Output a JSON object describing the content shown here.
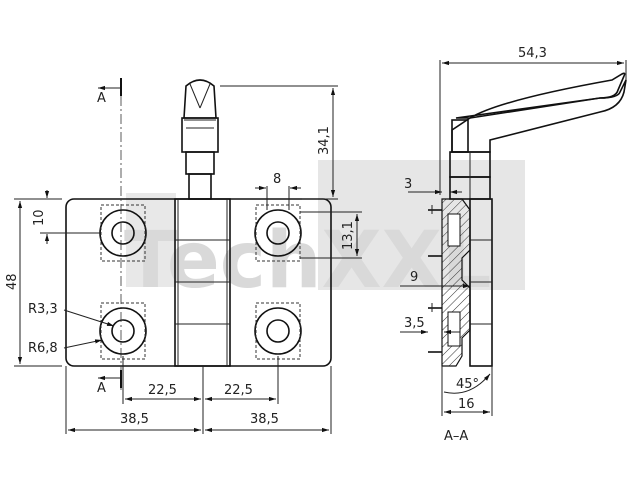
{
  "watermark": {
    "text": "TechXXL",
    "color": "#d9d9d9"
  },
  "dimensions": {
    "width_total_right": "54,3",
    "height_total": "48",
    "lever_height": "34,1",
    "hole_offset_top": "10",
    "slot_width": "8",
    "hole_pitch_right": "13,1",
    "radius_small": "R3,3",
    "radius_large": "R6,8",
    "half_pitch_left": "22,5",
    "half_pitch_right": "22,5",
    "span_left": "38,5",
    "span_right": "38,5",
    "section_a_top": "A",
    "section_a_bottom": "A",
    "flange_thickness": "3",
    "section_depth": "9",
    "lip_height": "3,5",
    "base_depth": "16",
    "angle": "45°"
  },
  "section_label": "A–A",
  "colors": {
    "line": "#222222",
    "background": "#ffffff",
    "watermark_box": "#e6e6e6"
  }
}
